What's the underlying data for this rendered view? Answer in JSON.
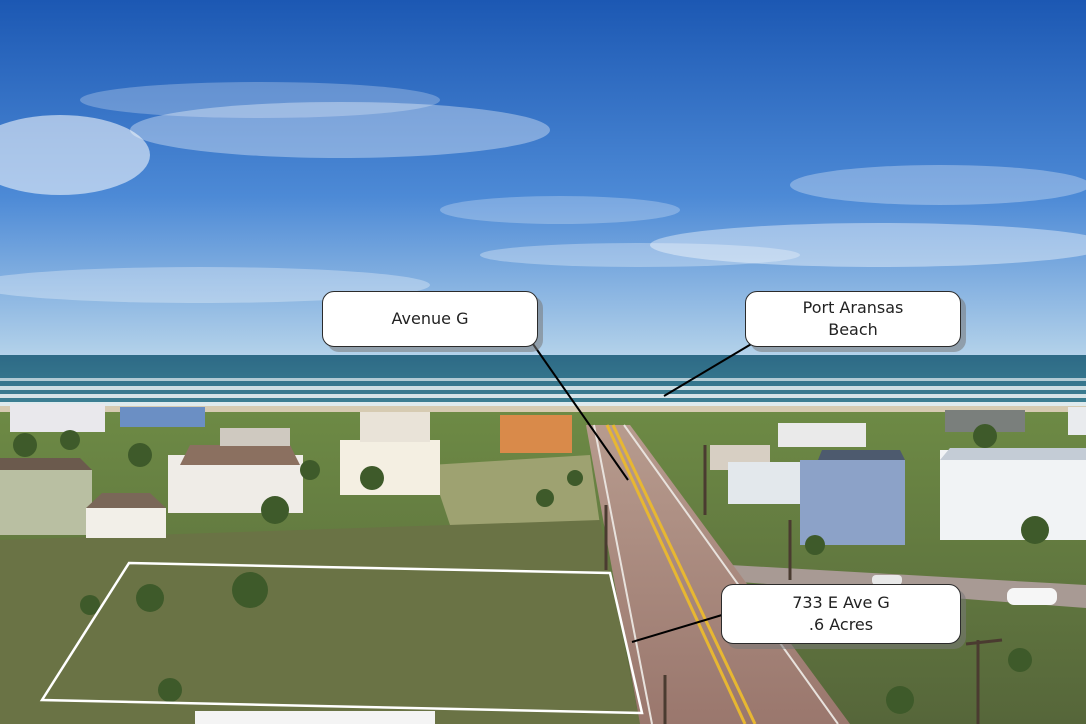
{
  "labels": {
    "avenue": {
      "line1": "Avenue G"
    },
    "beach": {
      "line1": "Port Aransas",
      "line2": "Beach"
    },
    "lot": {
      "line1": "733 E Ave G",
      "line2": ".6 Acres"
    }
  },
  "colors": {
    "sky_top": "#1f5fb8",
    "sky_horizon": "#a9cbe8",
    "ocean": "#2f6f85",
    "surf": "#e6eef0",
    "dune_green": "#5f7a3d",
    "lot_vegetation": "#6f7b4a",
    "road": "#a27f74",
    "road_stripe": "#e7b732",
    "lot_outline": "#ffffff",
    "leader_line": "#000000"
  }
}
